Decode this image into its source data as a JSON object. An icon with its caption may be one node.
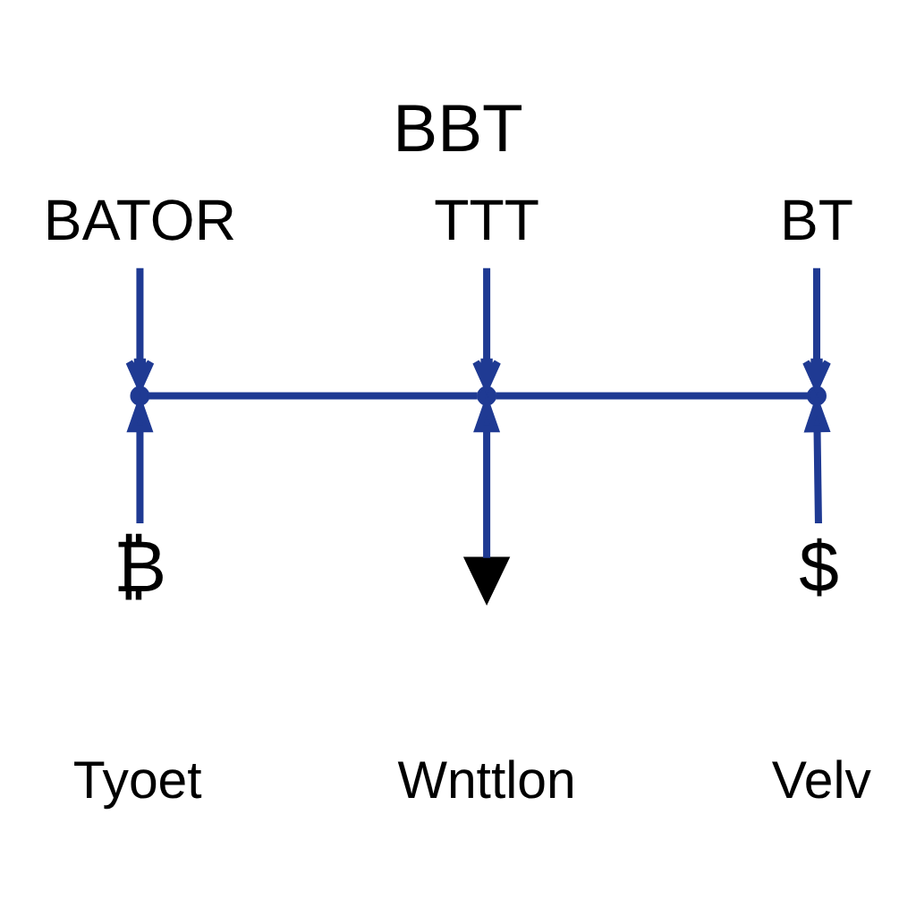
{
  "diagram": {
    "title": "BBT",
    "nodes": [
      {
        "text": [
          "BATOR"
        ]
      },
      {
        "text": [
          "TTT"
        ]
      },
      {
        "text": [
          "BT"
        ]
      },
      {
        "text": [],
        "shape": "point"
      },
      {
        "text": [],
        "shape": "point"
      },
      {
        "text": [],
        "shape": "point"
      },
      {
        "text": [
          "₿"
        ],
        "beside": [
          "Tyoet"
        ]
      },
      {
        "text": [],
        "shape": "pin",
        "beside": [
          "Wnttlon"
        ]
      },
      {
        "text": [
          "$"
        ],
        "beside": [
          "Velv"
        ]
      }
    ],
    "edges": [
      {
        "from": 0,
        "to": 3,
        "arrow": "to"
      },
      {
        "from": 1,
        "to": 4,
        "arrow": "to"
      },
      {
        "from": 2,
        "to": 5,
        "arrow": "to"
      },
      {
        "from": 3,
        "to": 4,
        "arrow": "none"
      },
      {
        "from": 4,
        "to": 5,
        "arrow": "none"
      },
      {
        "from": 6,
        "to": 3,
        "arrow": "to"
      },
      {
        "from": 7,
        "to": 4,
        "arrow": "to"
      },
      {
        "from": 8,
        "to": 5,
        "arrow": "to"
      }
    ]
  }
}
